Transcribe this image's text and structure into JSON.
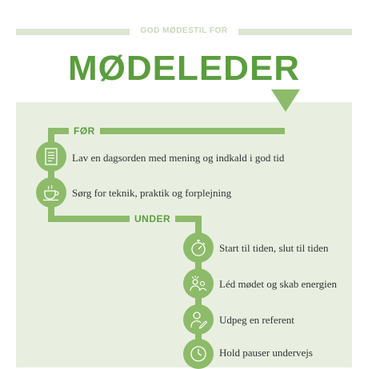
{
  "header": {
    "eyebrow": "GOD MØDESTIL FOR",
    "title": "MØDELEDER"
  },
  "colors": {
    "accent": "#5a9e3d",
    "line": "#8dbb6a",
    "panel": "#e8efe0",
    "header_bar": "#dce6d2"
  },
  "sections": [
    {
      "label": "FØR",
      "items": [
        {
          "icon": "agenda-icon",
          "text": "Lav en dagsorden med mening og indkald i god tid"
        },
        {
          "icon": "coffee-cup-icon",
          "text": "Sørg for teknik, praktik og forplejning"
        }
      ]
    },
    {
      "label": "UNDER",
      "items": [
        {
          "icon": "stopwatch-icon",
          "text": "Start til tiden, slut til tiden"
        },
        {
          "icon": "group-energy-icon",
          "text": "Léd mødet og skab energien"
        },
        {
          "icon": "referent-icon",
          "text": "Udpeg en referent"
        },
        {
          "icon": "clock-icon",
          "text": "Hold pauser undervejs"
        }
      ]
    }
  ]
}
